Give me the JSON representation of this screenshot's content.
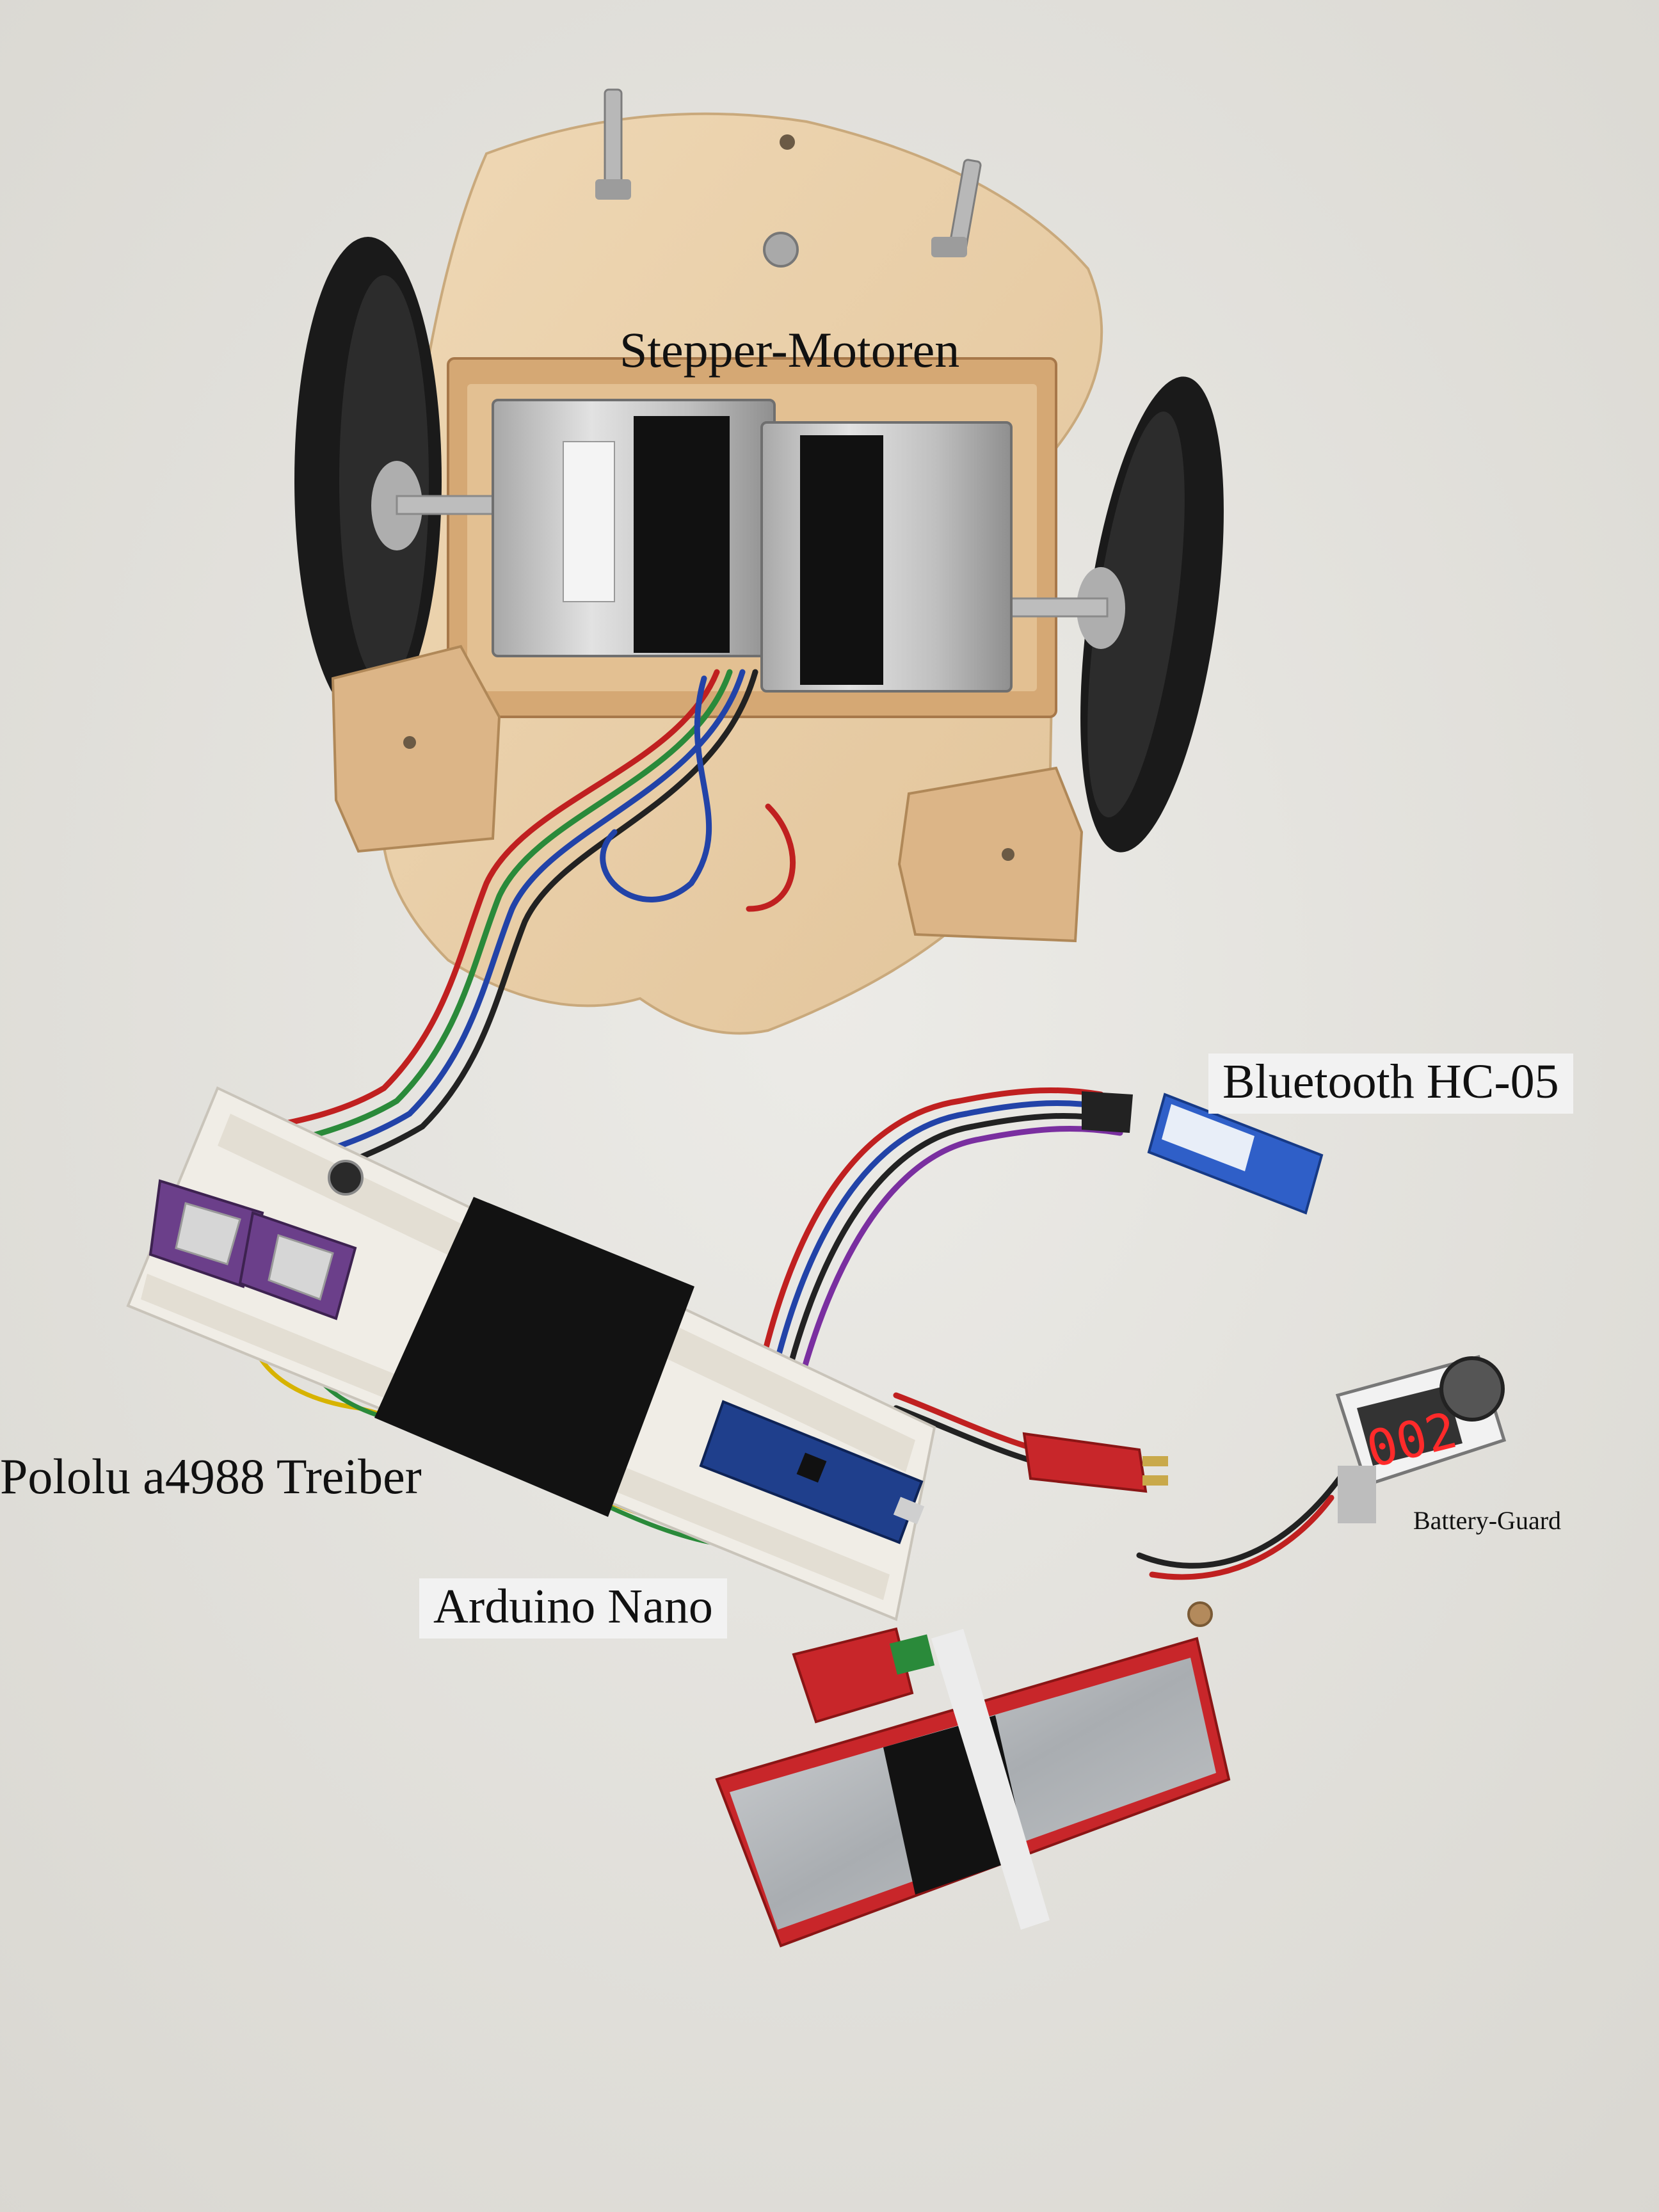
{
  "labels": {
    "stepper_motors": "Stepper-Motoren",
    "bluetooth": "Bluetooth HC-05",
    "pololu": "Pololu a4988 Treiber",
    "arduino": "Arduino Nano",
    "battery_guard": "Battery-Guard"
  },
  "colors": {
    "background": "#e4e2dd",
    "wood": "#e8cfa8",
    "motor_metal": "#c9c9c9",
    "velcro": "#111111",
    "wheel_tire": "#1a1a1a",
    "breadboard": "#f0ede6",
    "arduino_pcb": "#1f3f8c",
    "bluetooth_pcb": "#2f5fc8",
    "driver_pcb": "#6b3f8a",
    "battery_red": "#c8262a",
    "lipo_foil": "#b9bcbf",
    "seven_segment": "#ff2a2a"
  }
}
